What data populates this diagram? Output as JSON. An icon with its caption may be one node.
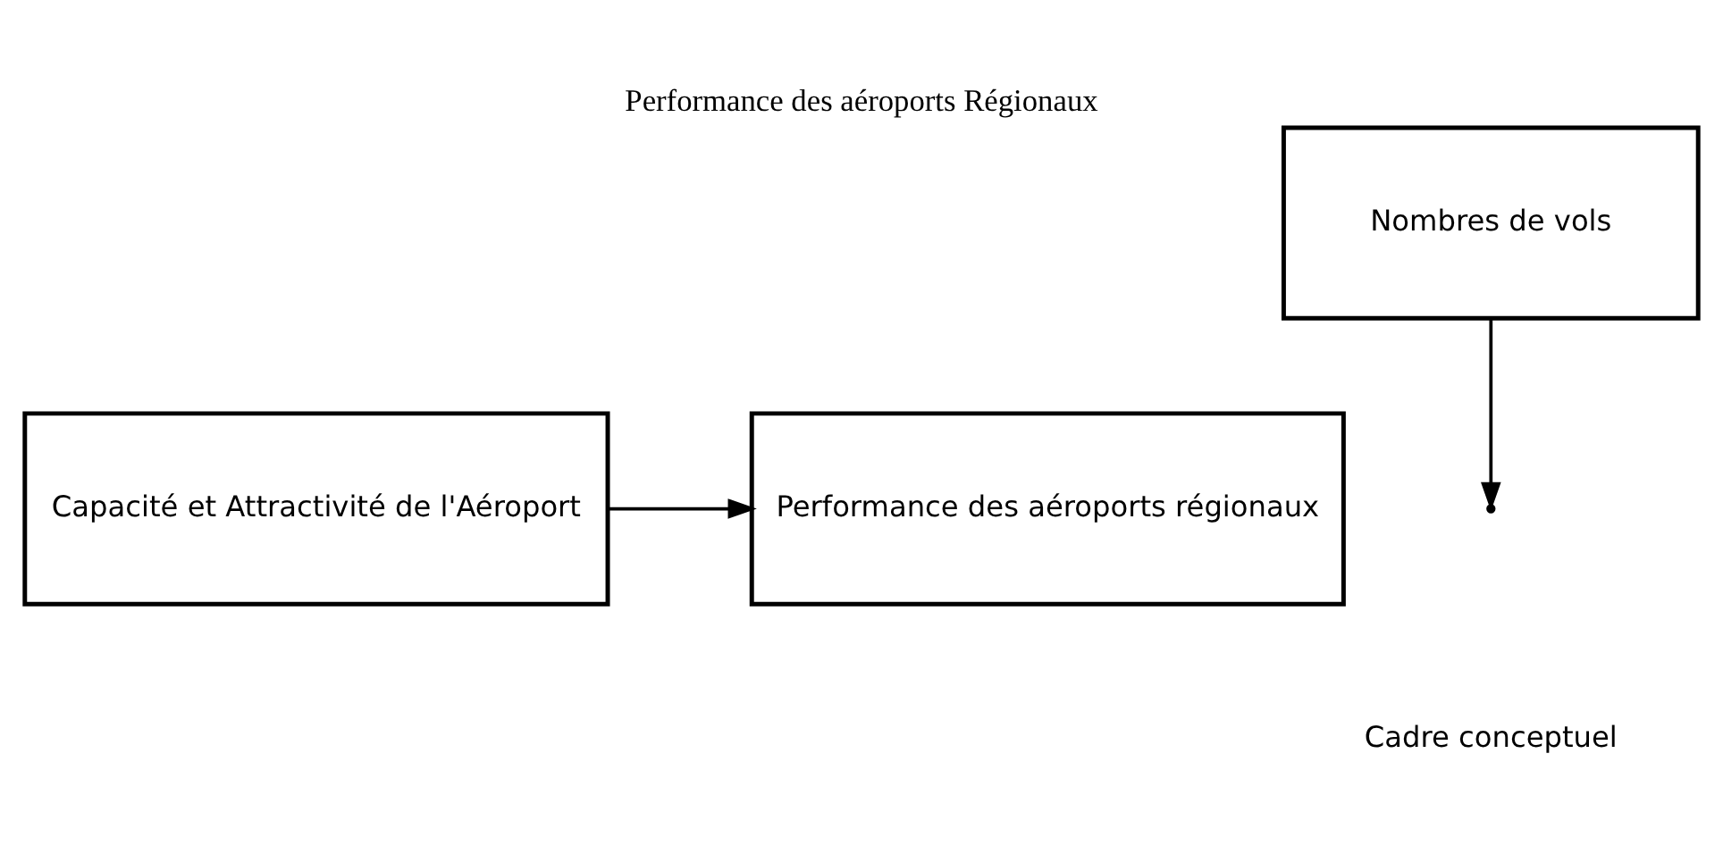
{
  "diagram": {
    "title": "Performance des aéroports Régionaux",
    "caption": "Cadre conceptuel",
    "nodes": [
      {
        "text": [
          "Capacité et Attractivité de l'Aéroport"
        ]
      },
      {
        "text": [
          "Nombres de vols"
        ]
      },
      {
        "text": [
          "Performance des aéroports régionaux"
        ]
      }
    ],
    "edges": [
      {
        "from": 0,
        "to": 2,
        "arrow": "to"
      },
      {
        "from": 1,
        "to": null,
        "arrow": "to"
      }
    ]
  }
}
